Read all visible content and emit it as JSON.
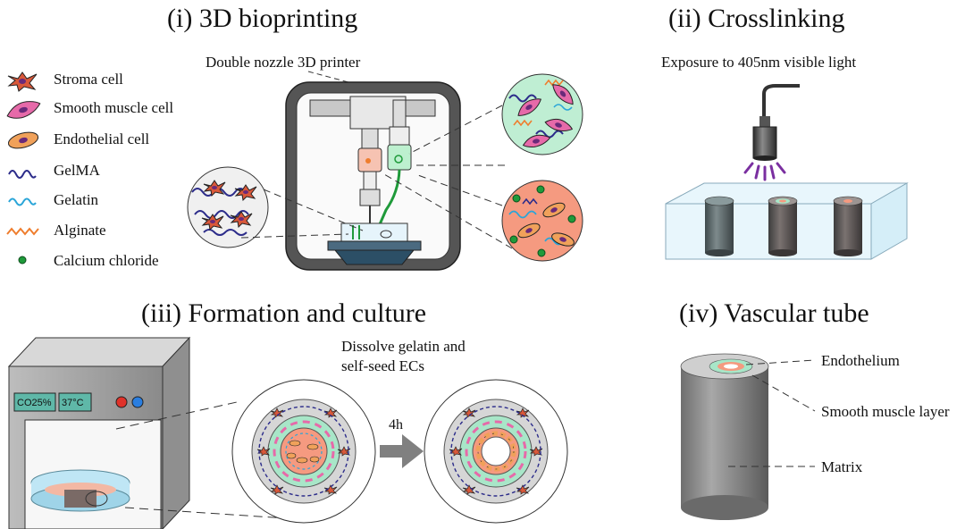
{
  "panels": {
    "p1": {
      "title": "(i) 3D bioprinting",
      "printer_label": "Double nozzle 3D printer"
    },
    "p2": {
      "title": "(ii) Crosslinking",
      "light_label": "Exposure to 405nm visible light"
    },
    "p3": {
      "title": "(iii) Formation and culture",
      "step_line1": "Dissolve gelatin and",
      "step_line2": "self-seed ECs",
      "time_label": "4h",
      "display_co2": "CO25%",
      "display_temp": "37°C"
    },
    "p4": {
      "title": "(iv) Vascular tube",
      "labels": [
        "Endothelium",
        "Smooth muscle layer",
        "Matrix"
      ]
    }
  },
  "legend": [
    "Stroma cell",
    "Smooth muscle cell",
    "Endothelial cell",
    "GelMA",
    "Gelatin",
    "Alginate",
    "Calcium chloride"
  ],
  "colors": {
    "stroma_cell": "#d9583a",
    "smooth_muscle": "#e66aa9",
    "endothelial": "#f0a15a",
    "gelma": "#2c2c8a",
    "gelatin": "#2aa5d8",
    "alginate": "#ef7d2d",
    "calcium": "#1f9a3a",
    "green_fill": "#a8e6c8",
    "salmon_fill": "#f59a80",
    "uv": "#7a2fa0"
  }
}
